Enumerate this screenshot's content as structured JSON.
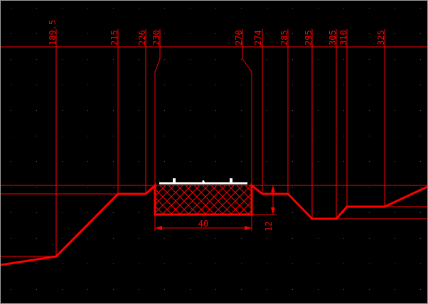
{
  "colors": {
    "background": "#000000",
    "drawing": "#ff0000",
    "rail": "#ffffff",
    "grid_dot": "#5a5a5a",
    "frame": "#9a9a9a"
  },
  "station_labels": [
    "189.5",
    "215",
    "226",
    "230",
    "270",
    "274",
    "285",
    "295",
    "305",
    "310",
    "325"
  ],
  "dimensions": {
    "width_label": "40",
    "height_label": "12"
  }
}
